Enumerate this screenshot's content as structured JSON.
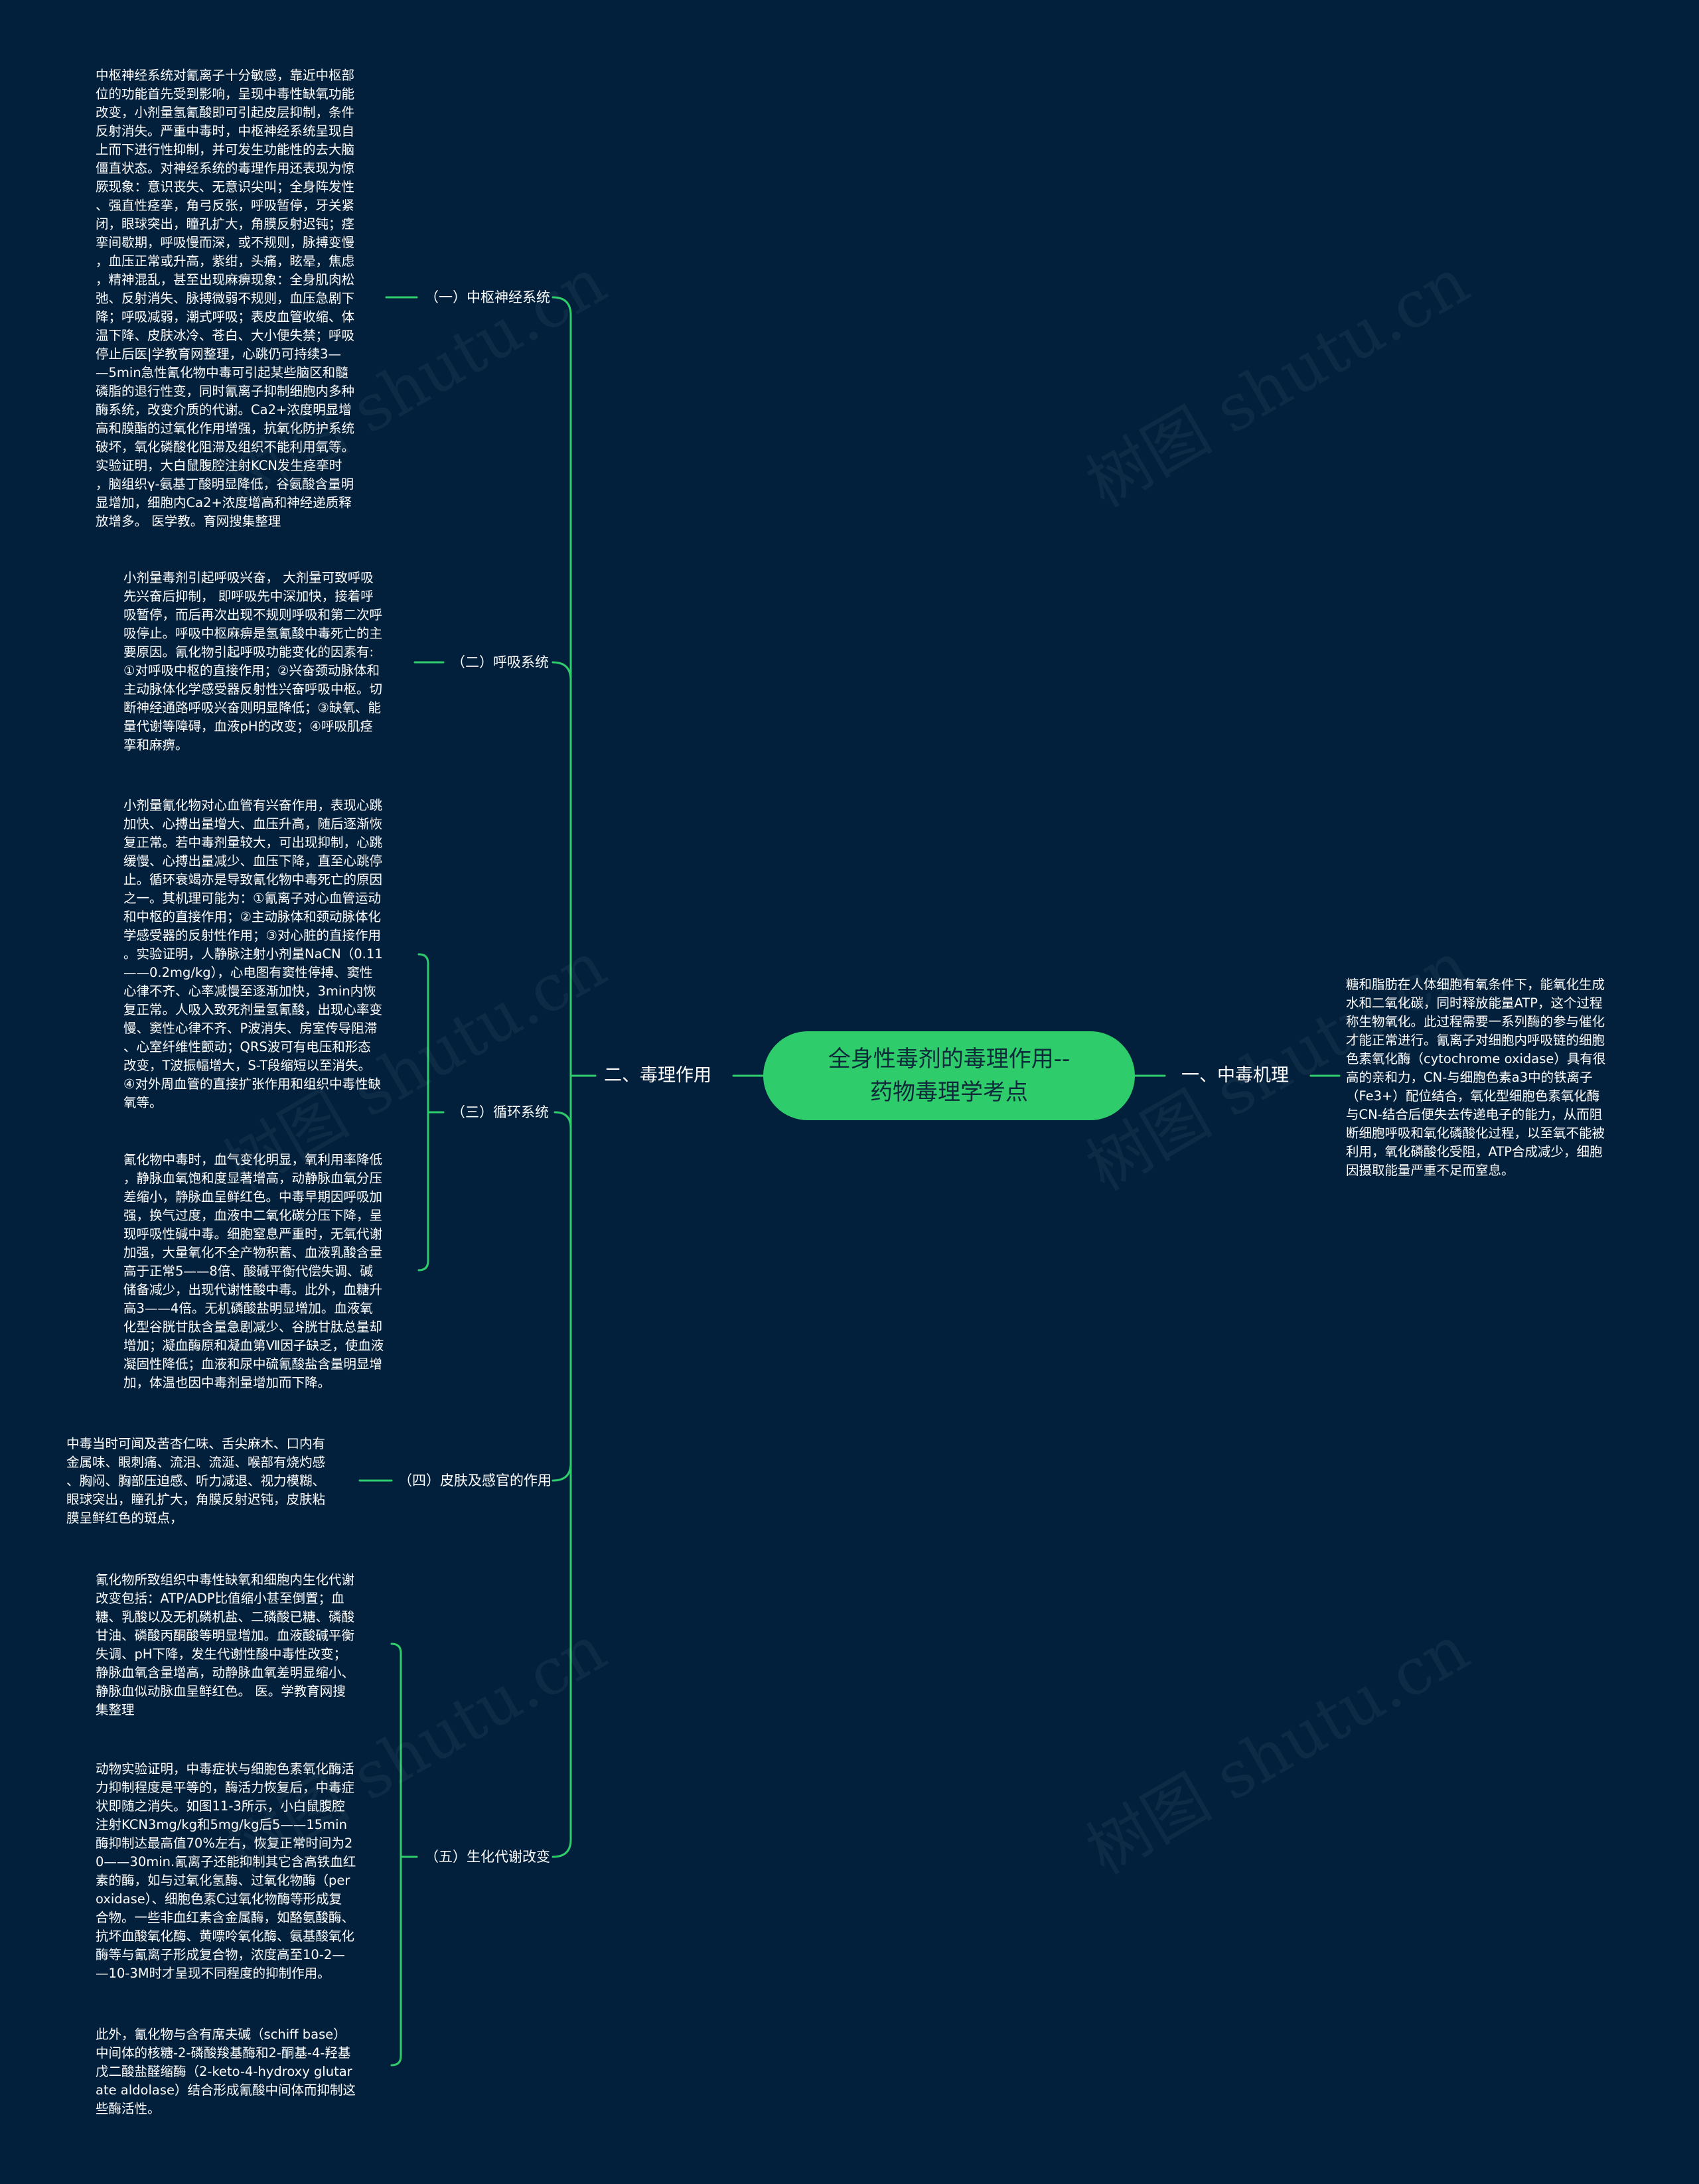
{
  "root": {
    "title": "全身性毒剂的毒理作用--\n药物毒理学考点"
  },
  "branches": {
    "mechanism": {
      "label": "一、中毒机理",
      "text": "糖和脂肪在人体细胞有氧条件下，能氧化生成\n水和二氧化碳，同时释放能量ATP，这个过程\n称生物氧化。此过程需要一系列酶的参与催化\n才能正常进行。氰离子对细胞内呼吸链的细胞\n色素氧化酶（cytochrome oxidase）具有很\n高的亲和力，CN-与细胞色素a3中的铁离子\n（Fe3+）配位结合，氧化型细胞色素氧化酶\n与CN-结合后便失去传递电子的能力，从而阻\n断细胞呼吸和氧化磷酸化过程，以至氧不能被\n利用，氧化磷酸化受阻，ATP合成减少，细胞\n因摄取能量严重不足而窒息。"
    },
    "toxicity": {
      "label": "二、毒理作用",
      "cns": {
        "label": "（一）中枢神经系统",
        "text": "中枢神经系统对氰离子十分敏感，靠近中枢部\n位的功能首先受到影响，呈现中毒性缺氧功能\n改变，小剂量氢氰酸即可引起皮层抑制，条件\n反射消失。严重中毒时，中枢神经系统呈现自\n上而下进行性抑制，并可发生功能性的去大脑\n僵直状态。对神经系统的毒理作用还表现为惊\n厥现象：意识丧失、无意识尖叫；全身阵发性\n、强直性痉挛，角弓反张，呼吸暂停，牙关紧\n闭，眼球突出，瞳孔扩大，角膜反射迟钝；痉\n挛间歇期，呼吸慢而深，或不规则，脉搏变慢\n，血压正常或升高，紫绀，头痛，眩晕，焦虑\n，精神混乱，甚至出现麻痹现象：全身肌肉松\n弛、反射消失、脉搏微弱不规则，血压急剧下\n降；呼吸减弱，潮式呼吸；表皮血管收缩、体\n温下降、皮肤冰冷、苍白、大小便失禁；呼吸\n停止后医|学教育网整理，心跳仍可持续3—\n—5min急性氰化物中毒可引起某些脑区和髓\n磷脂的退行性变，同时氰离子抑制细胞内多种\n酶系统，改变介质的代谢。Ca2+浓度明显增\n高和膜酯的过氧化作用增强，抗氧化防护系统\n破坏，氧化磷酸化阻滞及组织不能利用氧等。\n实验证明，大白鼠腹腔注射KCN发生痉挛时\n，脑组织γ-氨基丁酸明显降低，谷氨酸含量明\n显增加，细胞内Ca2+浓度增高和神经递质释\n放增多。 医学教。育网搜集整理"
      },
      "resp": {
        "label": "（二）呼吸系统",
        "text": "小剂量毒剂引起呼吸兴奋， 大剂量可致呼吸\n先兴奋后抑制， 即呼吸先中深加快，接着呼\n吸暂停，而后再次出现不规则呼吸和第二次呼\n吸停止。呼吸中枢麻痹是氢氰酸中毒死亡的主\n要原因。氰化物引起呼吸功能变化的因素有:\n①对呼吸中枢的直接作用；②兴奋颈动脉体和\n主动脉体化学感受器反射性兴奋呼吸中枢。切\n断神经通路呼吸兴奋则明显降低；③缺氧、能\n量代谢等障碍，血液pH的改变；④呼吸肌痉\n挛和麻痹。"
      },
      "circ": {
        "label": "（三）循环系统",
        "text1": "小剂量氰化物对心血管有兴奋作用，表现心跳\n加快、心搏出量增大、血压升高，随后逐渐恢\n复正常。若中毒剂量较大，可出现抑制，心跳\n缓慢、心搏出量减少、血压下降，直至心跳停\n止。循环衰竭亦是导致氰化物中毒死亡的原因\n之一。其机理可能为：①氰离子对心血管运动\n和中枢的直接作用；②主动脉体和颈动脉体化\n学感受器的反射性作用；③对心脏的直接作用\n。实验证明，人静脉注射小剂量NaCN（0.11\n——0.2mg/kg），心电图有窦性停搏、窦性\n心律不齐、心率减慢至逐渐加快，3min内恢\n复正常。人吸入致死剂量氢氰酸，出现心率变\n慢、窦性心律不齐、P波消失、房室传导阻滞\n、心室纤维性颤动；QRS波可有电压和形态\n改变，T波振幅增大，S-T段缩短以至消失。\n④对外周血管的直接扩张作用和组织中毒性缺\n氧等。",
        "text2": "氰化物中毒时，血气变化明显，氧利用率降低\n，静脉血氧饱和度显著增高，动静脉血氧分压\n差缩小，静脉血呈鲜红色。中毒早期因呼吸加\n强，换气过度，血液中二氧化碳分压下降，呈\n现呼吸性碱中毒。细胞窒息严重时，无氧代谢\n加强，大量氧化不全产物积蓄、血液乳酸含量\n高于正常5——8倍、酸碱平衡代偿失调、碱\n储备减少，出现代谢性酸中毒。此外，血糖升\n高3——4倍。无机磷酸盐明显增加。血液氧\n化型谷胱甘肽含量急剧减少、谷胱甘肽总量却\n增加；凝血酶原和凝血第Ⅶ因子缺乏，使血液\n凝固性降低；血液和尿中硫氰酸盐含量明显增\n加，体温也因中毒剂量增加而下降。"
      },
      "skin": {
        "label": "（四）皮肤及感官的作用",
        "text": "中毒当时可闻及苦杏仁味、舌尖麻木、口内有\n金属味、眼刺痛、流泪、流涎、喉部有烧灼感\n、胸闷、胸部压迫感、听力减退、视力模糊、\n眼球突出，瞳孔扩大，角膜反射迟钝，皮肤粘\n膜呈鲜红色的斑点，"
      },
      "metab": {
        "label": "（五）生化代谢改变",
        "text1": "氰化物所致组织中毒性缺氧和细胞内生化代谢\n改变包括：ATP/ADP比值缩小甚至倒置；血\n糖、乳酸以及无机磷机盐、二磷酸已糖、磷酸\n甘油、磷酸丙酮酸等明显增加。血液酸碱平衡\n失调、pH下降，发生代谢性酸中毒性改变；\n静脉血氧含量增高，动静脉血氧差明显缩小、\n静脉血似动脉血呈鲜红色。 医。学教育网搜\n集整理",
        "text2": "动物实验证明，中毒症状与细胞色素氧化酶活\n力抑制程度是平等的，酶活力恢复后，中毒症\n状即随之消失。如图11-3所示，小白鼠腹腔\n注射KCN3mg/kg和5mg/kg后5——15min\n酶抑制达最高值70%左右，恢复正常时间为2\n0——30min.氰离子还能抑制其它含高铁血红\n素的酶，如与过氧化氢酶、过氧化物酶（per\noxidase）、细胞色素C过氧化物酶等形成复\n合物。一些非血红素含金属酶，如酪氨酸酶、\n抗坏血酸氧化酶、黄嘌呤氧化酶、氨基酸氧化\n酶等与氰离子形成复合物，浓度高至10-2—\n—10-3M时才呈现不同程度的抑制作用。",
        "text3": "此外，氰化物与含有席夫碱（schiff base）\n中间体的核糖-2-磷酸羧基酶和2-酮基-4-羟基\n戊二酸盐醛缩酶（2-keto-4-hydroxy glutar\nate aldolase）结合形成氰酸中间体而抑制这\n些酶活性。"
      }
    }
  },
  "watermark": "树图 shutu.cn",
  "colors": {
    "background": "#02203c",
    "root": "#2ecc6a",
    "line": "#2ecc6a",
    "text": "#ffffff"
  }
}
